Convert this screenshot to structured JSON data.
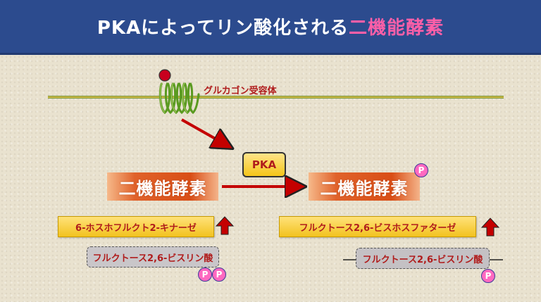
{
  "title": {
    "part1": "PKAによってリン酸化される",
    "part2": "二機能酵素",
    "accent_color": "#ff5fa8",
    "bar_color": "#2c4b8e"
  },
  "receptor": {
    "label": "グルカゴン受容体"
  },
  "pka": {
    "label": "PKA"
  },
  "enzyme_left": {
    "label": "二機能酵素"
  },
  "enzyme_right": {
    "label": "二機能酵素"
  },
  "left": {
    "kinase_label": "6-ホスホフルクト2-キナーゼ",
    "substrate_label": "フルクトース2,6-ビスリン酸",
    "phospho": [
      "P",
      "P"
    ]
  },
  "right": {
    "phosphatase_label": "フルクトース2,6-ビスホスファターゼ",
    "substrate_label": "フルクトース2,6-ビスリン酸",
    "phospho_enzyme": "P",
    "phospho_substrate": "P"
  }
}
